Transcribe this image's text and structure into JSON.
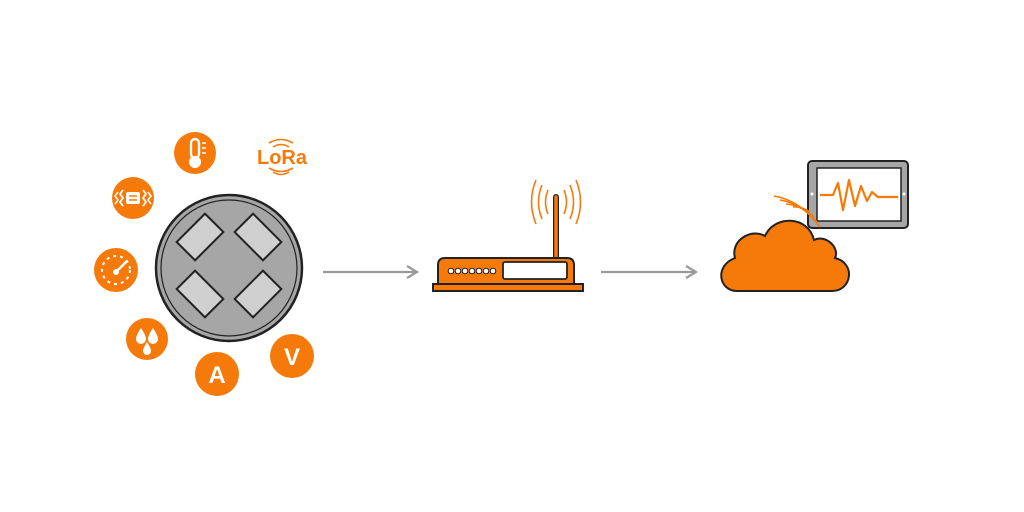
{
  "colors": {
    "accent": "#f57a0a",
    "device_gray": "#a6a6a6",
    "pad_gray": "#d0d0d0",
    "arrow_gray": "#999999",
    "outline": "#222222"
  },
  "protocol": {
    "label": "LoRa"
  },
  "sensors": {
    "amperage": {
      "label": "A",
      "icon": "ampere-icon"
    },
    "voltage": {
      "label": "V",
      "icon": "voltage-icon"
    },
    "temperature": {
      "icon": "thermometer-icon"
    },
    "vibration": {
      "icon": "vibration-icon"
    },
    "pressure": {
      "icon": "gauge-icon"
    },
    "humidity": {
      "icon": "water-drops-icon"
    }
  },
  "nodes": [
    {
      "id": "sensor-hub",
      "icon": "multi-sensor-device-icon"
    },
    {
      "id": "gateway",
      "icon": "router-icon"
    },
    {
      "id": "cloud",
      "icon": "cloud-icon"
    },
    {
      "id": "dashboard",
      "icon": "tablet-chart-icon"
    }
  ]
}
